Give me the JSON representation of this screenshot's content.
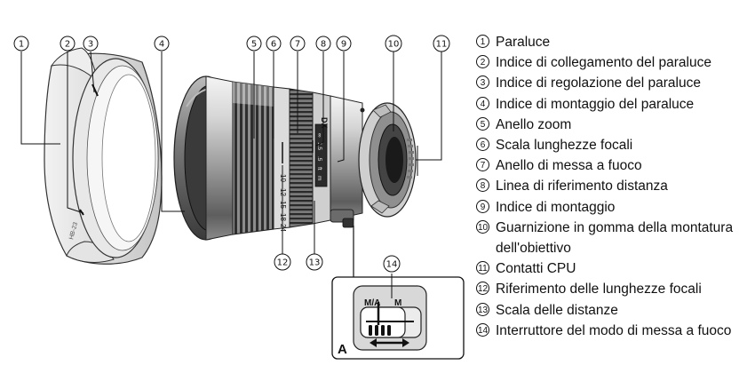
{
  "callouts": [
    {
      "id": "1",
      "label": "Paraluce"
    },
    {
      "id": "2",
      "label": "Indice di collegamento del paraluce"
    },
    {
      "id": "3",
      "label": "Indice di regolazione del paraluce"
    },
    {
      "id": "4",
      "label": "Indice di montaggio del paraluce"
    },
    {
      "id": "5",
      "label": "Anello zoom"
    },
    {
      "id": "6",
      "label": "Scala lunghezze focali"
    },
    {
      "id": "7",
      "label": "Anello di messa a fuoco"
    },
    {
      "id": "8",
      "label": "Linea di riferimento distanza"
    },
    {
      "id": "9",
      "label": "Indice di montaggio"
    },
    {
      "id": "10",
      "label": "Guarnizione in gomma della montatura dell'obiettivo"
    },
    {
      "id": "11",
      "label": "Contatti CPU"
    },
    {
      "id": "12",
      "label": "Riferimento delle lunghezze focali"
    },
    {
      "id": "13",
      "label": "Scala delle distanze"
    },
    {
      "id": "14",
      "label": "Interruttore del modo di messa a fuoco"
    }
  ],
  "lens_markings": {
    "dx": "DX",
    "focal_lengths": [
      "10",
      "12",
      "15",
      "18",
      "24"
    ],
    "distance_marks": [
      "∞",
      "1.5",
      ".5",
      "ft",
      "m"
    ],
    "hood_code": "HB-23"
  },
  "inset": {
    "label": "A",
    "switch_ma": "M/A",
    "switch_m": "M"
  }
}
